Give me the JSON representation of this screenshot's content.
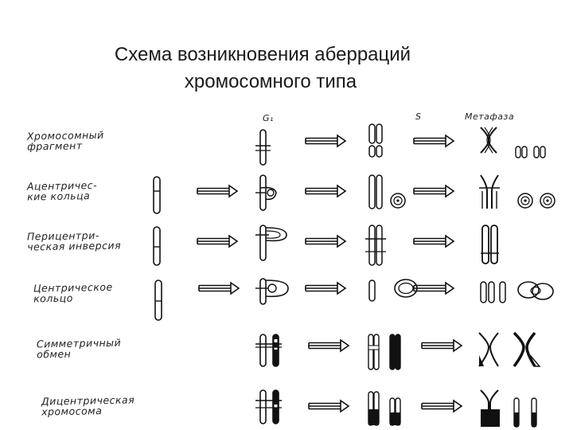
{
  "title": {
    "line1": "Схема возникновения аберраций",
    "line2": "хромосомного типа"
  },
  "columns": {
    "g1": "G₁",
    "s": "S",
    "metaphase": "Метафаза"
  },
  "rows": [
    {
      "line1": "Хромосомный",
      "line2": "фрагмент"
    },
    {
      "line1": "Ацентричес-",
      "line2": "кие кольца"
    },
    {
      "line1": "Перицентри-",
      "line2": "ческая инверсия"
    },
    {
      "line1": "Центрическое",
      "line2": "кольцо"
    },
    {
      "line1": "Симметричный",
      "line2": "обмен"
    },
    {
      "line1": "Дицентрическая",
      "line2": "хромосома"
    }
  ]
}
